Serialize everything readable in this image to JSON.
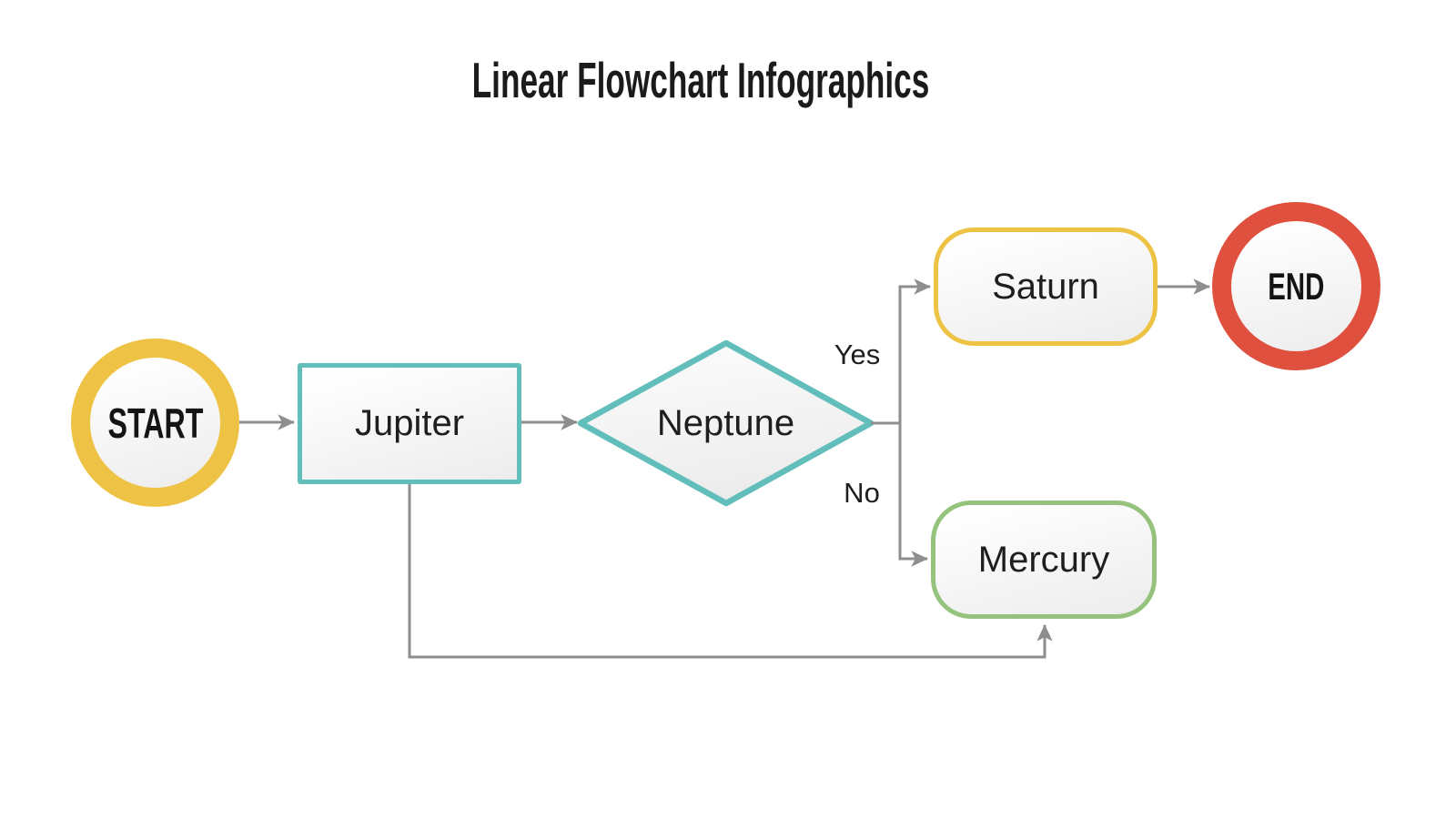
{
  "title": "Linear Flowchart Infographics",
  "nodes": {
    "start": {
      "label": "START",
      "type": "terminator",
      "accent_color": "#EEC345"
    },
    "jupiter": {
      "label": "Jupiter",
      "type": "process",
      "accent_color": "#62BEBA"
    },
    "neptune": {
      "label": "Neptune",
      "type": "decision",
      "accent_color": "#62BEBA"
    },
    "saturn": {
      "label": "Saturn",
      "type": "process",
      "accent_color": "#EEC345"
    },
    "mercury": {
      "label": "Mercury",
      "type": "process",
      "accent_color": "#95C37D"
    },
    "end": {
      "label": "END",
      "type": "terminator",
      "accent_color": "#E0503E"
    }
  },
  "edges": [
    {
      "from": "START",
      "to": "Jupiter",
      "label": ""
    },
    {
      "from": "Jupiter",
      "to": "Neptune",
      "label": ""
    },
    {
      "from": "Neptune",
      "to": "Saturn",
      "label": "Yes"
    },
    {
      "from": "Neptune",
      "to": "Mercury",
      "label": "No"
    },
    {
      "from": "Saturn",
      "to": "END",
      "label": ""
    },
    {
      "from": "Jupiter",
      "to": "Mercury",
      "label": ""
    }
  ],
  "style": {
    "connector_color": "#8E8E8E",
    "node_fill_top": "#fefefe",
    "node_fill_bottom": "#ececed",
    "text_color": "#1e1e1e",
    "background": "#ffffff"
  }
}
